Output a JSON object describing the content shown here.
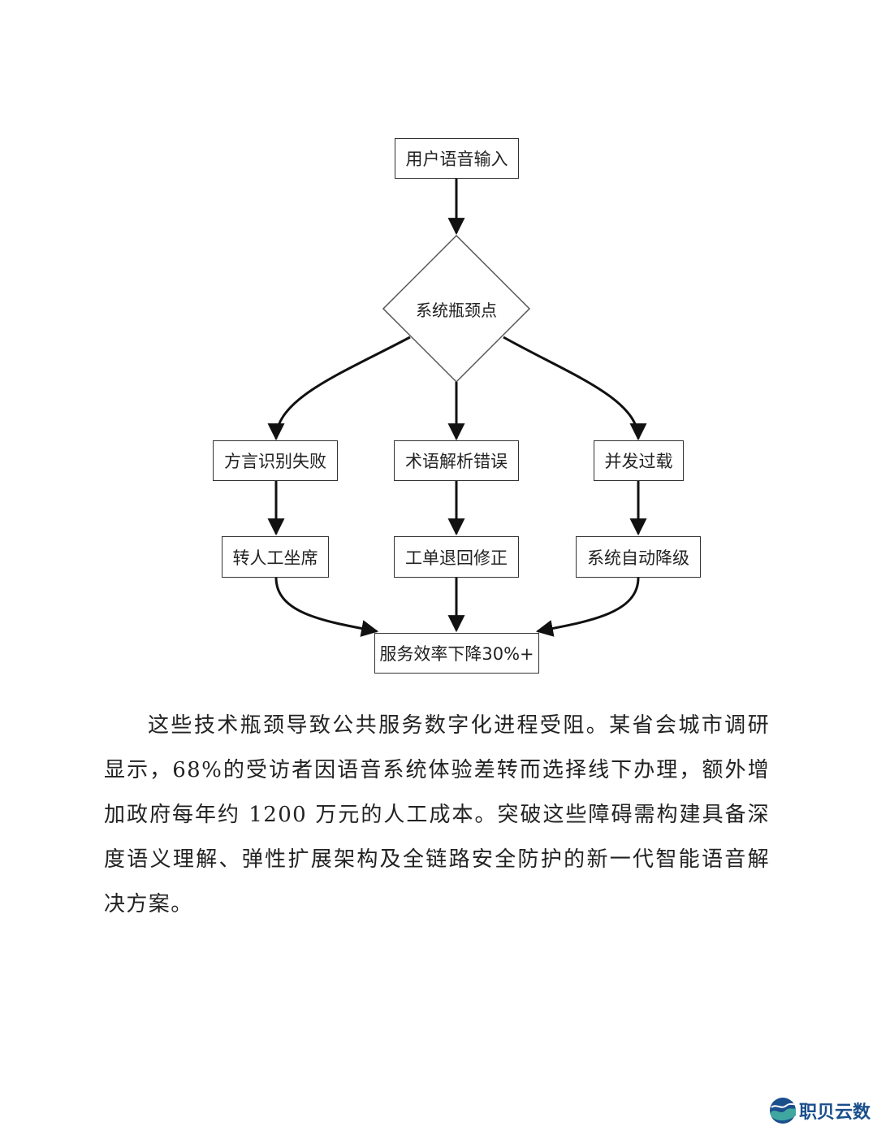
{
  "flowchart": {
    "start": "用户语音输入",
    "decision": "系统瓶颈点",
    "problems": [
      "方言识别失败",
      "术语解析错误",
      "并发过载"
    ],
    "responses": [
      "转人工坐席",
      "工单退回修正",
      "系统自动降级"
    ],
    "result": "服务效率下降30%+"
  },
  "paragraph": "这些技术瓶颈导致公共服务数字化进程受阻。某省会城市调研显示，68%的受访者因语音系统体验差转而选择线下办理，额外增加政府每年约 1200 万元的人工成本。突破这些障碍需构建具备深度语义理解、弹性扩展架构及全链路安全防护的新一代智能语音解决方案。",
  "logo": {
    "text": "职贝云数",
    "colors": {
      "primary": "#1a4f8c",
      "accent": "#3fa7a0"
    }
  }
}
